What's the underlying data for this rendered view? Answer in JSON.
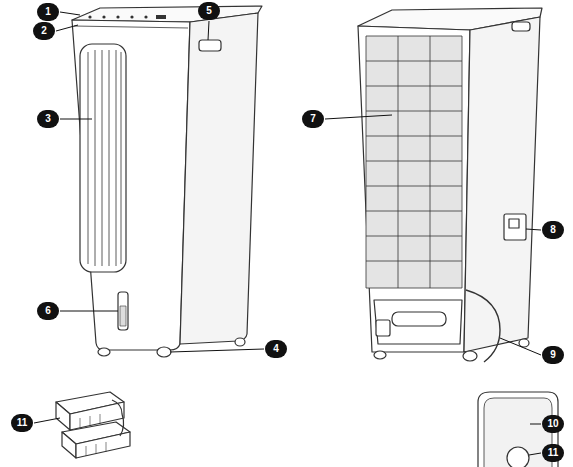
{
  "diagram": {
    "labels": [
      "1",
      "2",
      "3",
      "5",
      "6",
      "4",
      "7",
      "8",
      "9",
      "11",
      "10",
      "11"
    ]
  }
}
